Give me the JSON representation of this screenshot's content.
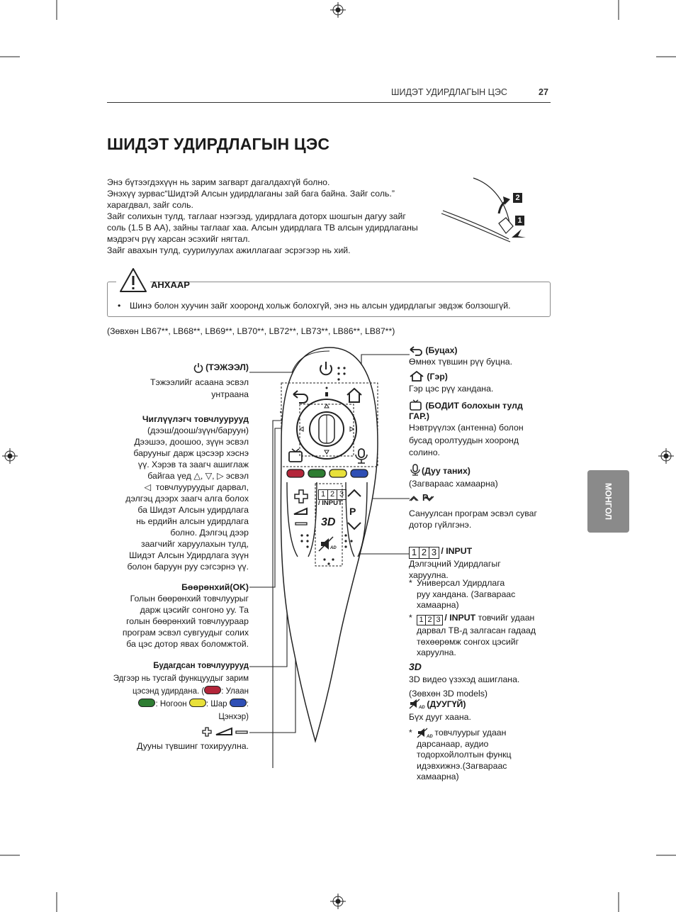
{
  "header": {
    "section": "ШИДЭТ УДИРДЛАГЫН ЦЭС",
    "page_number": "27"
  },
  "title": "ШИДЭТ УДИРДЛАГЫН ЦЭС",
  "intro": [
    "Энэ бүтээгдэхүүн нь зарим загварт дагалдахгүй болно.",
    "Энэхүү зурвас“Шидтэй Алсын удирдлаганы зай бага байна. Зайг соль.”",
    "харагдвал, зайг соль.",
    "Зайг солихын тулд, таглааг нээгээд, удирдлага доторх шошгын дагуу зайг",
    "соль (1.5 В AA), зайны таглааг хаа. Алсын удирдлага ТВ алсын удирдлаганы",
    "мэдрэгч рүү харсан эсэхийг нягтал.",
    "Зайг авахын тулд, суурилуулах ажиллагааг эсрэгээр нь хий."
  ],
  "battery_figure": {
    "step1": "1",
    "step2": "2"
  },
  "caution": {
    "title": "АНХААР",
    "bullet": "•",
    "text": "Шинэ болон хуучин зайг хооронд хольж болохгүй, энэ нь алсын удирдлагыг эвдэж болзошгүй."
  },
  "models_note": "(Зөвхөн LB67**, LB68**, LB69**, LB70**, LB72**, LB73**, LB86**, LB87**)",
  "side_tab": "МОНГОЛ",
  "left": {
    "power_title": "(ТЭЖЭЭЛ)",
    "power_desc": [
      "Тэжээлийг асаана эсвэл",
      "унтраана"
    ],
    "nav_title": "Чиглүүлэгч товчлуурууд",
    "nav_desc": [
      "(дээш/доош/зүүн/баруун)",
      "Дээшээ, доошоо, зүүн эсвэл",
      "барууныг дарж цэсээр хэснэ",
      "үү. Хэрэв та заагч ашиглаж"
    ],
    "nav_line5_a": "байгаа үед",
    "nav_line5_b": "эсвэл",
    "nav_line6": "товчлууруудыг дарвал,",
    "nav_desc2": [
      "дэлгэц дээрх заагч алга болох",
      "ба Шидэт Алсын удирдлага",
      "нь ердийн алсын удирдлага",
      "болно. Дэлгэц дээр",
      "заагчийг харуулахын тулд,",
      "Шидэт Алсын Удирдлага зүүн",
      "болон баруун руу сэгсэрнэ үү."
    ],
    "ok_title": "Бөөрөнхий(OK)",
    "ok_desc": [
      "Голын бөөрөнхий товчлуурыг",
      "дарж цэсийг сонгоно уу. Та",
      "голын бөөрөнхий товчлуураар",
      "програм эсвэл сувгуудыг солих",
      "ба цэс дотор явах боломжтой."
    ],
    "color_title": "Будагдсан товчлуурууд",
    "color_desc1": "Эдгээр нь тусгай функцуудыг зарим",
    "color_desc2_a": "цэсэнд удирдана. (",
    "color_desc2_b": ": Улаан",
    "color_desc3_a": ": Ногоон",
    "color_desc3_b": ":  Шар",
    "color_desc3_c": ":",
    "color_desc4": "Цэнхэр)",
    "vol_desc": "Дууны түвшинг тохируулна."
  },
  "right": {
    "back_title": "(Буцах)",
    "back_desc": "Өмнөх түвшин рүү буцна.",
    "home_title": "(Гэр)",
    "home_desc": "Гэр цэс рүү хандана.",
    "live_title": "(БОДИТ болохын тулд",
    "live_title2": "ГАР.)",
    "live_desc": [
      "Нэвтрүүлэх (антенна) болон",
      "бусад оролтуудын хооронд",
      "солино."
    ],
    "voice_title": "(Дуу таних)",
    "voice_desc": "(Загвараас хамаарна)",
    "p_title": "P",
    "p_desc": [
      "Сануулсан програм эсвэл суваг",
      "дотор гүйлгэнэ."
    ],
    "input_digits": [
      "1",
      "2",
      "3"
    ],
    "input_title": "/ INPUT",
    "input_desc": [
      "Дэлгэцний Удирдлагыг",
      "харуулна."
    ],
    "star": "*",
    "input_note1": [
      "Универсал Удирдлага",
      "руу хандана. (Загвараас",
      "хамаарна)"
    ],
    "input_note2_a": "/ INPUT",
    "input_note2_b": "товчийг удаан",
    "input_note2": [
      "дарвал ТВ-д залгасан гадаад",
      "төхөөрөмж сонгох цэсийг",
      "харуулна."
    ],
    "td_label": "3D",
    "td_desc": "3D видео үзэхэд ашиглана.",
    "td_models": "(Зөвхөн 3D models)",
    "mute_title": "(ДУУГҮЙ)",
    "mute_desc": "Бүх дууг хаана.",
    "mute_note_a": "товчлуурыг удаан",
    "mute_note": [
      "дарсанаар, аудио",
      "тодорхойлолтын функц",
      "идэвхижнэ.(Загвараас",
      "хамаарна)"
    ]
  },
  "remote": {
    "input_label": "/ INPUT",
    "p_label": "P",
    "td_label": "3D",
    "digits": [
      "1",
      "2",
      "3"
    ],
    "ad_label": "AD"
  },
  "colors": {
    "red": "#b3263a",
    "green": "#2e7d32",
    "yellow": "#e8e03a",
    "blue": "#2f4fb5",
    "tab": "#8a8a8a"
  }
}
